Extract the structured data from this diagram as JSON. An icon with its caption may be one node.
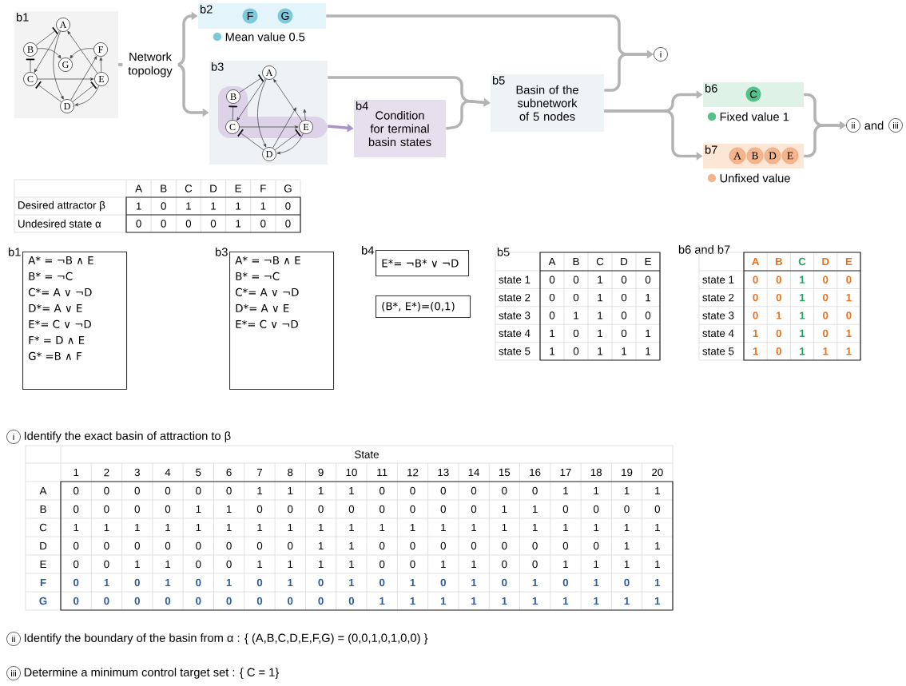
{
  "diagram": {
    "nodes": [
      {
        "text": [
          "b1"
        ]
      },
      {
        "text": [
          "A"
        ],
        "in": 0
      },
      {
        "text": [
          "B"
        ],
        "in": 0
      },
      {
        "text": [
          "F"
        ],
        "in": 0
      },
      {
        "text": [
          "G"
        ],
        "in": 0
      },
      {
        "text": [
          "C"
        ],
        "in": 0
      },
      {
        "text": [
          "E"
        ],
        "in": 0
      },
      {
        "text": [
          "D"
        ],
        "in": 0
      },
      {
        "text": [
          "b2"
        ]
      },
      {
        "text": [
          "F"
        ],
        "in": 8
      },
      {
        "text": [
          "G"
        ],
        "in": 8
      },
      {
        "text": [
          "b3"
        ]
      },
      {
        "text": [
          "A"
        ],
        "in": 11
      },
      {
        "text": [
          "B"
        ],
        "in": 11
      },
      {
        "text": [
          "C"
        ],
        "in": 11
      },
      {
        "text": [
          "E"
        ],
        "in": 11
      },
      {
        "text": [
          "D"
        ],
        "in": 11
      },
      {
        "text": [
          "b4",
          "Condition for terminal basin states"
        ]
      },
      {
        "text": [
          "b5",
          "Basin of the subnetwork of 5 nodes"
        ]
      },
      {
        "text": [
          "i"
        ]
      },
      {
        "text": [
          "b6"
        ]
      },
      {
        "text": [
          "C"
        ],
        "in": 20
      },
      {
        "text": [
          "b7"
        ]
      },
      {
        "text": [
          "A"
        ],
        "in": 22
      },
      {
        "text": [
          "B"
        ],
        "in": 22
      },
      {
        "text": [
          "D"
        ],
        "in": 22
      },
      {
        "text": [
          "E"
        ],
        "in": 22
      },
      {
        "text": [
          "ii"
        ]
      },
      {
        "text": [
          "iii"
        ]
      },
      {
        "text": [
          "b1",
          "A* = ¬B ∧ E",
          "B* = ¬C",
          "C*= A ∨ ¬D",
          "D*= A ∨ E",
          "E*= C ∨ ¬D",
          "F* = D ∧ E",
          "G* =B ∧ F"
        ]
      },
      {
        "text": [
          "b3",
          "A* = ¬B ∧ E",
          "B* = ¬C",
          "C*= A ∨ ¬D",
          "D*= A ∨ E",
          "E*= C ∨ ¬D"
        ]
      },
      {
        "text": [
          "b4",
          "E*= ¬B* ∨ ¬D"
        ]
      },
      {
        "text": [
          "(B*, E*)=(0,1)"
        ]
      },
      {
        "text": [
          "i"
        ],
        "beside": [
          "Identify the exact basin of attraction to β"
        ]
      },
      {
        "text": [
          "ii"
        ],
        "beside": [
          "Identify the boundary of the basin from α : { (A,B,C,D,E,F,G) = (0,0,1,0,1,0,0) }"
        ]
      },
      {
        "text": [
          "iii"
        ],
        "beside": [
          "Determine a minimum control target set : { C = 1}"
        ]
      }
    ],
    "edges": [
      {
        "from": 2,
        "to": 1,
        "arrow": "other"
      },
      {
        "from": 6,
        "to": 1,
        "arrow": "to"
      },
      {
        "from": 5,
        "to": 2,
        "arrow": "other"
      },
      {
        "from": 1,
        "to": 5,
        "arrow": "to"
      },
      {
        "from": 7,
        "to": 5,
        "arrow": "other"
      },
      {
        "from": 1,
        "to": 7,
        "arrow": "to"
      },
      {
        "from": 6,
        "to": 7,
        "arrow": "to"
      },
      {
        "from": 5,
        "to": 6,
        "arrow": "to"
      },
      {
        "from": 7,
        "to": 6,
        "arrow": "other"
      },
      {
        "from": 7,
        "to": 3,
        "arrow": "to"
      },
      {
        "from": 6,
        "to": 3,
        "arrow": "to"
      },
      {
        "from": 2,
        "to": 4,
        "arrow": "to"
      },
      {
        "from": 3,
        "to": 4,
        "arrow": "to"
      },
      {
        "from": 13,
        "to": 12,
        "arrow": "other"
      },
      {
        "from": 15,
        "to": 12,
        "arrow": "to"
      },
      {
        "from": 14,
        "to": 13,
        "arrow": "other"
      },
      {
        "from": 12,
        "to": 14,
        "arrow": "to"
      },
      {
        "from": 16,
        "to": 14,
        "arrow": "other"
      },
      {
        "from": 12,
        "to": 16,
        "arrow": "to"
      },
      {
        "from": 15,
        "to": 16,
        "arrow": "to"
      },
      {
        "from": 14,
        "to": 15,
        "arrow": "to"
      },
      {
        "from": 16,
        "to": 15,
        "arrow": "other"
      },
      {
        "from": 16,
        "to": null,
        "arrow": "to"
      },
      {
        "from": 15,
        "to": null,
        "arrow": "to"
      },
      {
        "from": 0,
        "to": 8,
        "arrow": "to",
        "label": "Network topology",
        "style": "thick",
        "color": "#b3b3b3"
      },
      {
        "from": 0,
        "to": 11,
        "arrow": "to",
        "style": "thick",
        "color": "#b3b3b3"
      },
      {
        "from": 8,
        "to": 19,
        "arrow": "to",
        "style": "thick",
        "color": "#b3b3b3"
      },
      {
        "from": 18,
        "to": 19,
        "arrow": "to",
        "style": "thick",
        "color": "#b3b3b3"
      },
      {
        "from": 11,
        "to": 18,
        "arrow": "to",
        "style": "thick",
        "color": "#b3b3b3"
      },
      {
        "from": 17,
        "to": 18,
        "arrow": "to",
        "style": "thick",
        "color": "#b3b3b3"
      },
      {
        "from": 11,
        "to": 17,
        "arrow": "to",
        "style": "thick",
        "color": "#a895c8"
      },
      {
        "from": 18,
        "to": 20,
        "arrow": "to",
        "style": "thick",
        "color": "#b3b3b3"
      },
      {
        "from": 18,
        "to": 22,
        "arrow": "to",
        "style": "thick",
        "color": "#b3b3b3"
      },
      {
        "from": 20,
        "to": 27,
        "arrow": "to",
        "style": "thick",
        "color": "#b3b3b3"
      },
      {
        "from": 22,
        "to": 27,
        "arrow": "to",
        "style": "thick",
        "color": "#b3b3b3"
      }
    ],
    "labels": [
      "and",
      "A",
      "B",
      "C",
      "D",
      "E",
      "F",
      "G",
      "Desired attractor β",
      "1",
      "0",
      "1",
      "1",
      "1",
      "1",
      "0",
      "Undesired state α",
      "0",
      "0",
      "0",
      "0",
      "1",
      "0",
      "0",
      "b5",
      "A",
      "B",
      "C",
      "D",
      "E",
      "state 1",
      "0",
      "0",
      "1",
      "0",
      "0",
      "state 2",
      "0",
      "0",
      "1",
      "0",
      "1",
      "state 3",
      "0",
      "1",
      "1",
      "0",
      "0",
      "state 4",
      "1",
      "0",
      "1",
      "0",
      "1",
      "state 5",
      "1",
      "0",
      "1",
      "1",
      "1",
      "b6 and b7",
      "A",
      "B",
      "C",
      "D",
      "E",
      "state 1",
      "0",
      "0",
      "1",
      "0",
      "0",
      "state 2",
      "0",
      "0",
      "1",
      "0",
      "1",
      "state 3",
      "0",
      "1",
      "1",
      "0",
      "0",
      "state 4",
      "1",
      "0",
      "1",
      "0",
      "1",
      "state 5",
      "1",
      "0",
      "1",
      "1",
      "1",
      "State",
      "1",
      "2",
      "3",
      "4",
      "5",
      "6",
      "7",
      "8",
      "9",
      "10",
      "11",
      "12",
      "13",
      "14",
      "15",
      "16",
      "17",
      "18",
      "19",
      "20",
      "A",
      "0",
      "0",
      "0",
      "0",
      "0",
      "0",
      "1",
      "1",
      "1",
      "1",
      "0",
      "0",
      "0",
      "0",
      "0",
      "0",
      "1",
      "1",
      "1",
      "1",
      "B",
      "0",
      "0",
      "0",
      "0",
      "1",
      "1",
      "0",
      "0",
      "0",
      "0",
      "0",
      "0",
      "0",
      "0",
      "1",
      "1",
      "0",
      "0",
      "0",
      "0",
      "C",
      "1",
      "1",
      "1",
      "1",
      "1",
      "1",
      "1",
      "1",
      "1",
      "1",
      "1",
      "1",
      "1",
      "1",
      "1",
      "1",
      "1",
      "1",
      "1",
      "1",
      "D",
      "0",
      "0",
      "0",
      "0",
      "0",
      "0",
      "0",
      "0",
      "1",
      "1",
      "0",
      "0",
      "0",
      "0",
      "0",
      "0",
      "0",
      "0",
      "1",
      "1",
      "E",
      "0",
      "0",
      "1",
      "1",
      "0",
      "0",
      "1",
      "1",
      "1",
      "1",
      "0",
      "0",
      "1",
      "1",
      "0",
      "0",
      "1",
      "1",
      "1",
      "1",
      "F",
      "0",
      "1",
      "0",
      "1",
      "0",
      "1",
      "0",
      "1",
      "0",
      "1",
      "0",
      "1",
      "0",
      "1",
      "0",
      "1",
      "0",
      "1",
      "0",
      "1",
      "G",
      "0",
      "0",
      "0",
      "0",
      "0",
      "0",
      "0",
      "0",
      "0",
      "0",
      "1",
      "1",
      "1",
      "1",
      "1",
      "1",
      "1",
      "1",
      "1",
      "1"
    ],
    "legend": [
      {
        "text": "Mean value 0.5",
        "color": "#7ec8dc"
      },
      {
        "text": "Fixed value 1",
        "color": "#55c08a"
      },
      {
        "text": "Unfixed value",
        "color": "#f5b48a"
      }
    ]
  }
}
